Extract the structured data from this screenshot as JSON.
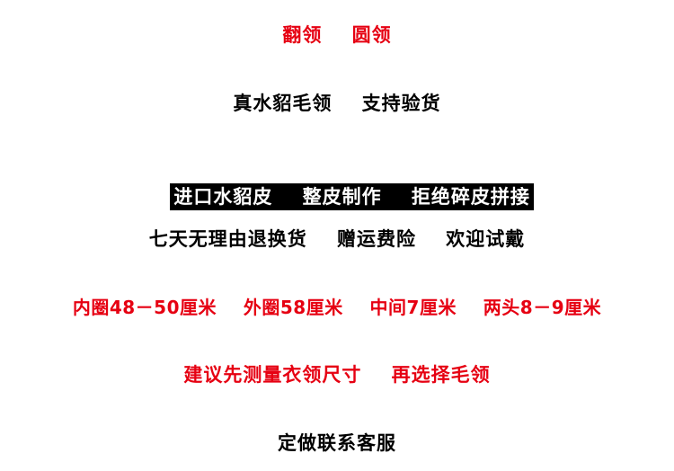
{
  "lines": {
    "collar_types": "翻领    圆领",
    "real_mink": "真水貂毛领    支持验货",
    "imported_leather": "进口水貂皮    整皮制作    拒绝碎皮拼接",
    "returns_policy": "七天无理由退换货    赠运费险    欢迎试戴",
    "sizes": "内圈48－50厘米    外圈58厘米    中间7厘米    两头8－9厘米",
    "measure_advice": "建议先测量衣领尺寸    再选择毛领",
    "custom_order": "定做联系客服"
  },
  "colors": {
    "red": "#e60012",
    "black": "#000000",
    "white": "#ffffff"
  }
}
